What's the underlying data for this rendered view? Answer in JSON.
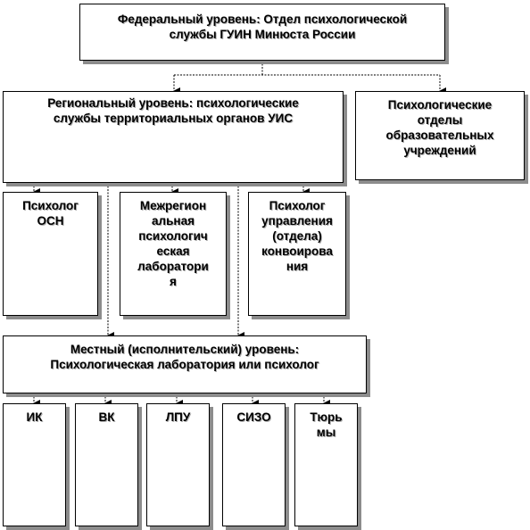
{
  "federal": {
    "label": "Федеральный уровень: Отдел психологической\nслужбы ГУИН Минюста России"
  },
  "regional": {
    "label": "Региональный уровень: психологические\nслужбы территориальных органов УИС"
  },
  "education": {
    "label": "Психологические\nотделы\nобразовательных\nучреждений"
  },
  "psych_osn": {
    "label": "Психолог\nОСН"
  },
  "interregional_lab": {
    "label": "Межрегион\nальная\nпсихологич\nеская\nлаборатори\nя"
  },
  "psych_convoy": {
    "label": "Психолог\nуправления\n(отдела)\nконвоирова\nния"
  },
  "local": {
    "label": "Местный (исполнительский) уровень:\nПсихологическая лаборатория или психолог"
  },
  "units": [
    {
      "label": "ИК"
    },
    {
      "label": "ВК"
    },
    {
      "label": "ЛПУ"
    },
    {
      "label": "СИЗО"
    },
    {
      "label": "Тюрь\nмы"
    }
  ]
}
